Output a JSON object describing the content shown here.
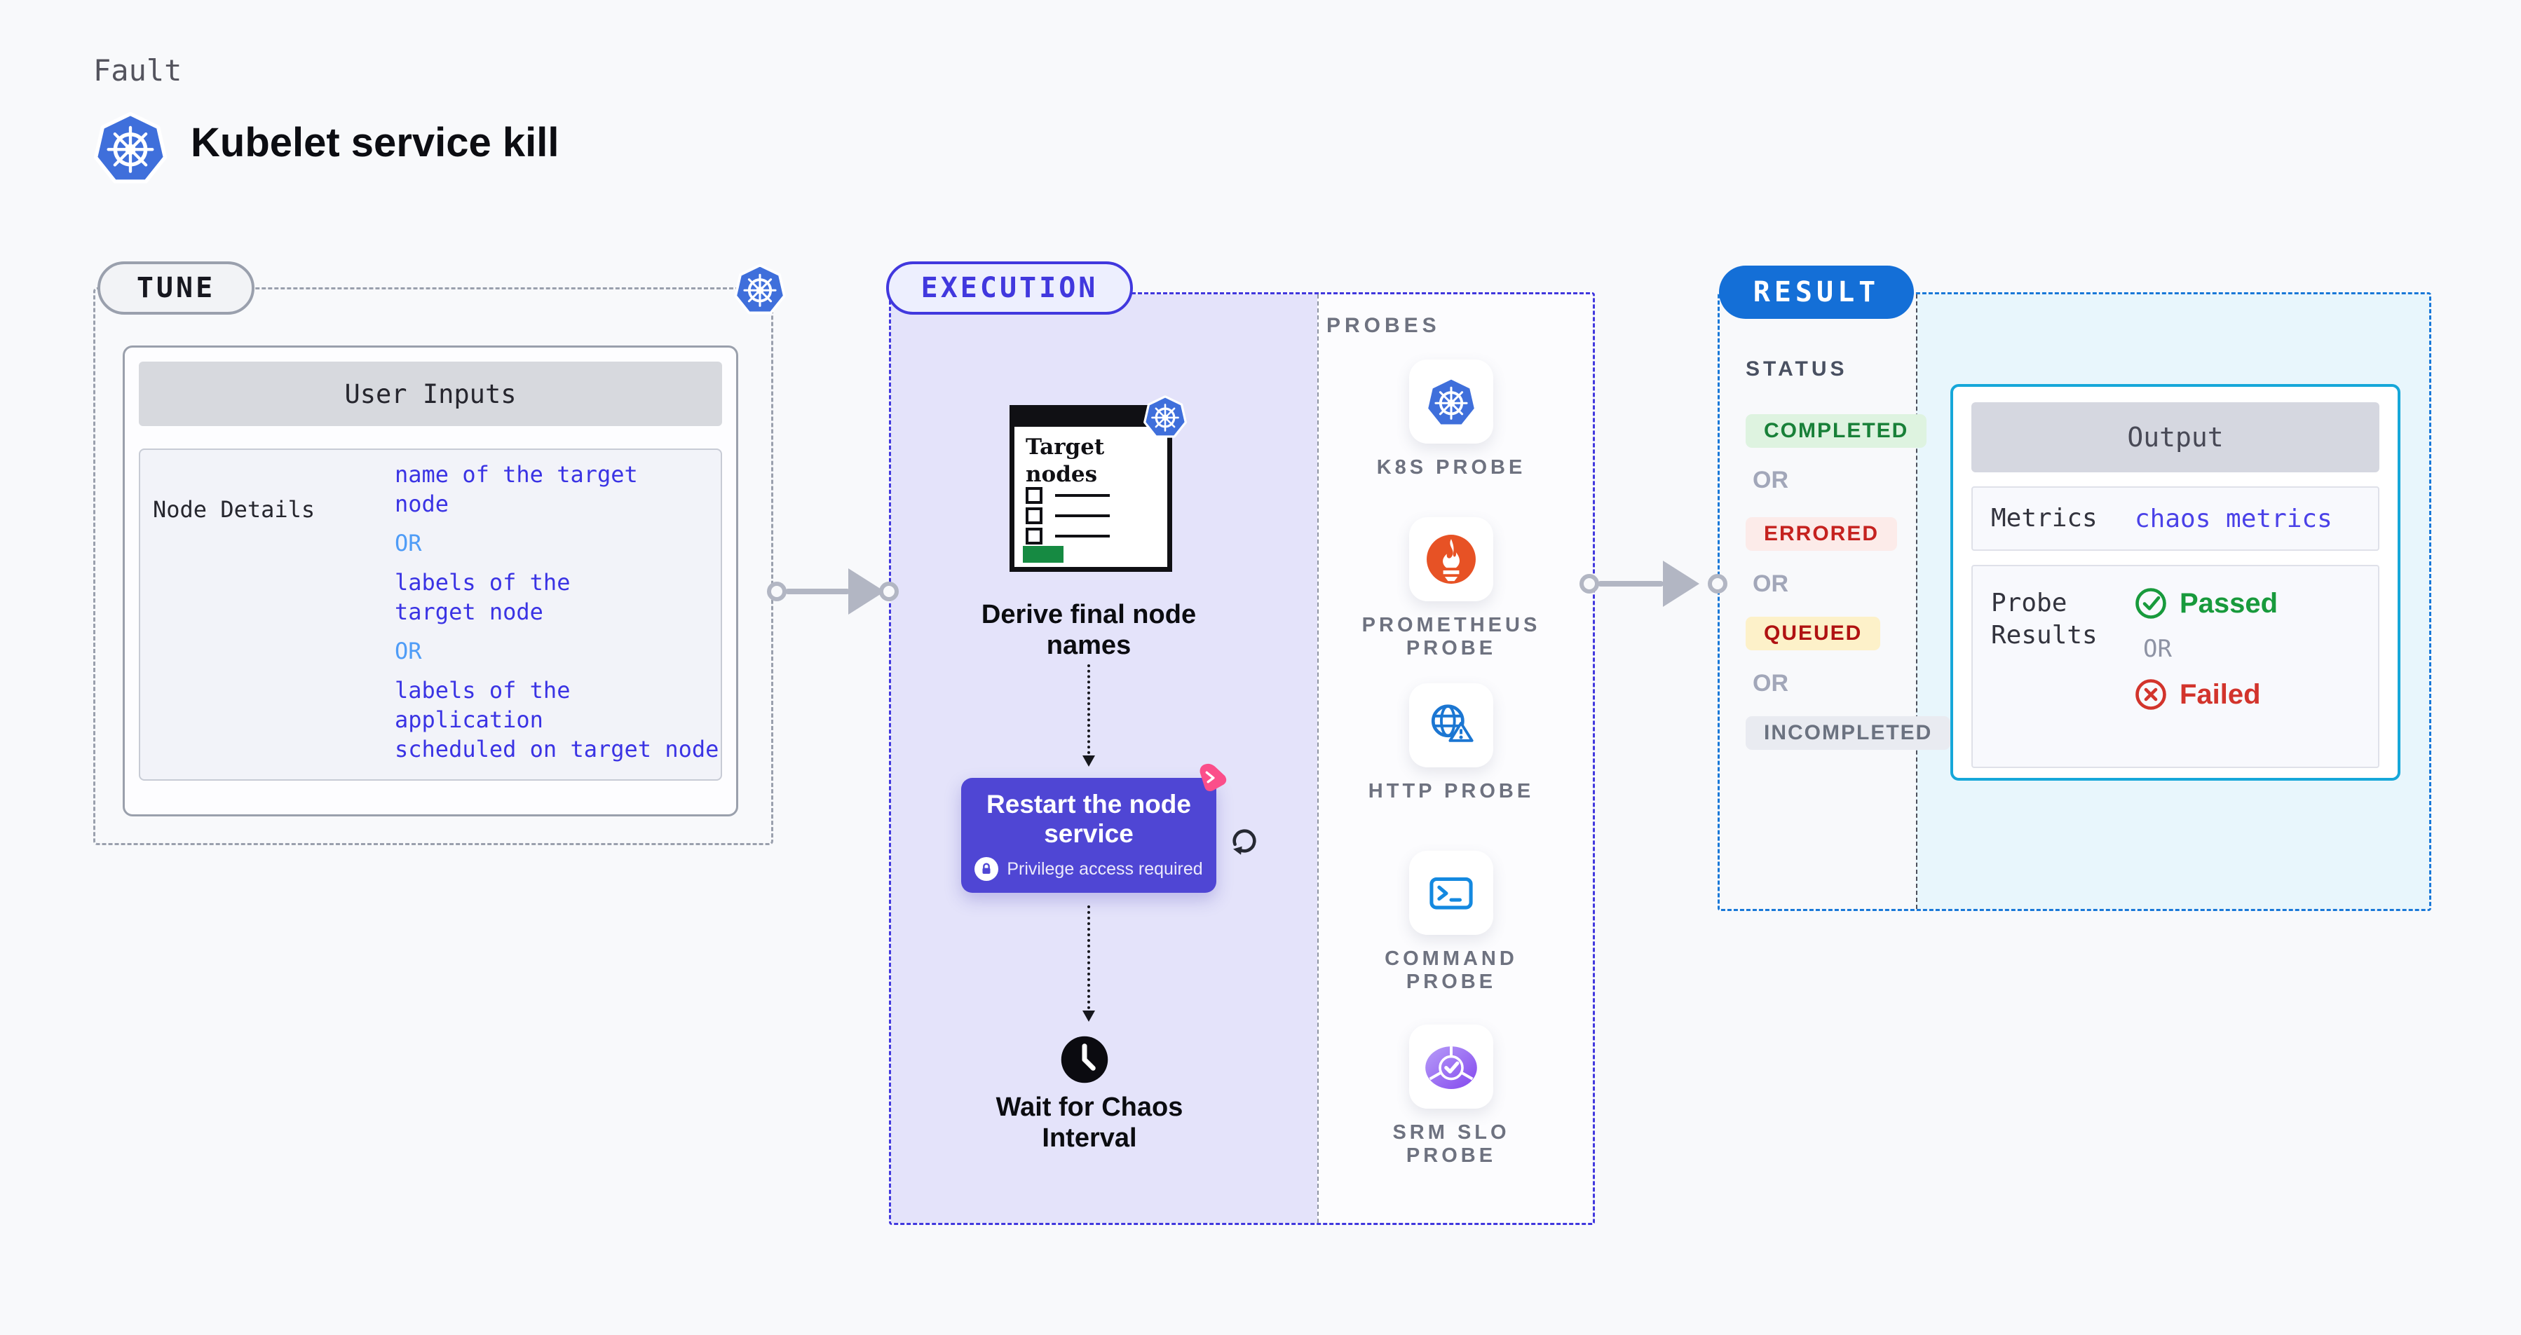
{
  "header": {
    "eyebrow": "Fault",
    "title": "Kubelet service kill"
  },
  "tune": {
    "badge": "TUNE",
    "table_header": "User Inputs",
    "row_label": "Node Details",
    "options": {
      "value_1": "name of the target\nnode",
      "or_1": "OR",
      "value_2": "labels of the\ntarget node",
      "or_2": "OR",
      "value_3": "labels of the application\n scheduled on target node"
    }
  },
  "execution": {
    "badge": "EXECUTION",
    "doc_title": "Target nodes",
    "step_derive": "Derive final node names",
    "step_restart": "Restart the node service",
    "restart_note": "Privilege access required",
    "step_wait": "Wait for Chaos Interval"
  },
  "probes": {
    "panel_label": "PROBES",
    "items": [
      {
        "label": "K8S PROBE",
        "icon": "kubernetes-icon"
      },
      {
        "label": "PROMETHEUS PROBE",
        "icon": "prometheus-icon"
      },
      {
        "label": "HTTP PROBE",
        "icon": "globe-alert-icon"
      },
      {
        "label": "COMMAND PROBE",
        "icon": "terminal-icon"
      },
      {
        "label": "SRM SLO PROBE",
        "icon": "slo-donut-icon"
      }
    ]
  },
  "result": {
    "badge": "RESULT",
    "status_label": "STATUS",
    "statuses": [
      "COMPLETED",
      "ERRORED",
      "QUEUED",
      "INCOMPLETED"
    ],
    "or": "OR",
    "output": {
      "header": "Output",
      "metrics_label": "Metrics",
      "metrics_value": "chaos metrics",
      "probe_results_label": "Probe Results",
      "passed": "Passed",
      "or": "OR",
      "failed": "Failed"
    }
  },
  "icons": [
    "kubernetes-icon",
    "clock-icon",
    "lock-icon",
    "refresh-icon",
    "chaos-litmus-icon",
    "check-circle-icon",
    "x-circle-icon",
    "target-nodes-document-icon"
  ],
  "colors": {
    "background": "#f8f9fb",
    "tune_border": "#9aa0ad",
    "execution_border": "#4138de",
    "execution_fill": "#e4e3fa",
    "result_border": "#1878d8",
    "result_fill": "#e8f6fc",
    "result_pill": "#146fd7",
    "restart_button": "#4f46d4",
    "input_value_blue": "#3a33e4",
    "or_blue": "#4f9cf7",
    "completed_green": "#188038",
    "errored_red": "#c5221f",
    "queued_red": "#b01212",
    "incompleted_gray": "#6b7280",
    "passed_green": "#189a3c",
    "failed_red": "#d2342c",
    "output_border_cyan": "#16a7d9",
    "kubernetes_blue": "#3f6fdb",
    "prometheus_orange": "#e75225"
  }
}
